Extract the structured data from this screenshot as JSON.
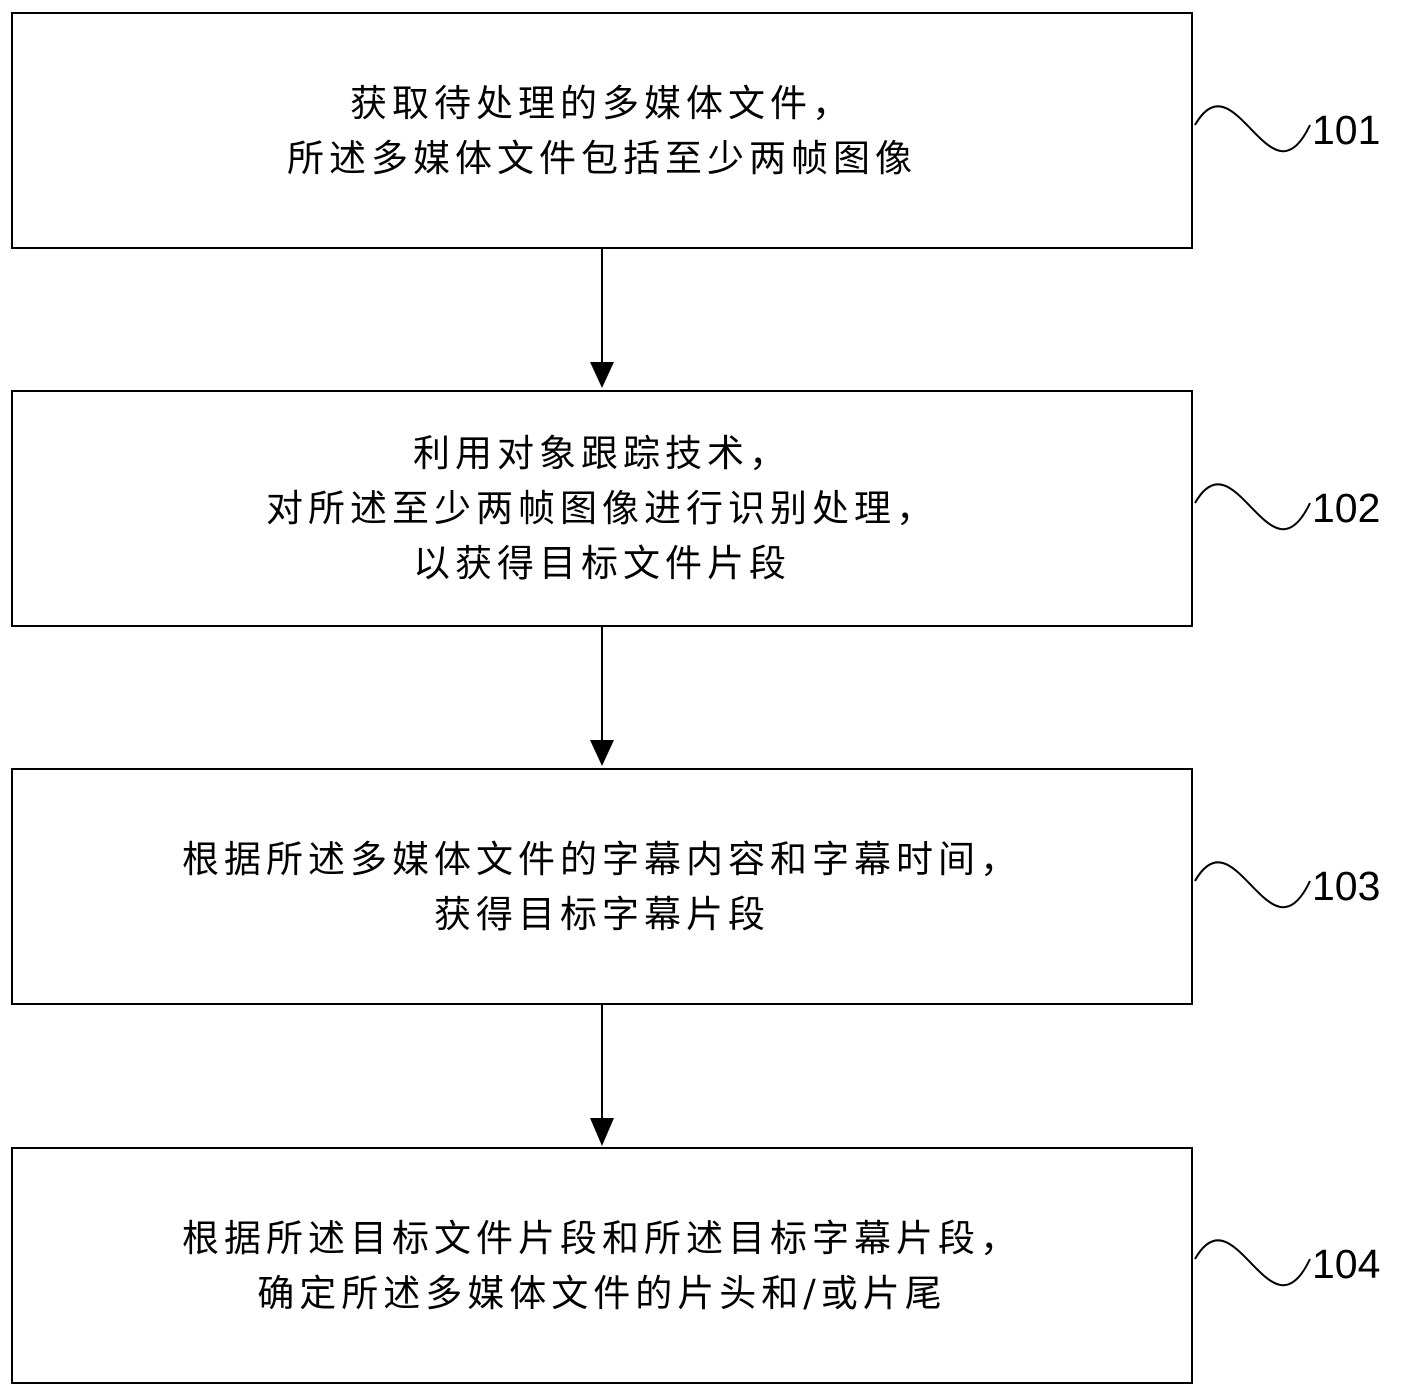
{
  "steps": [
    {
      "id": "101",
      "lines": [
        "获取待处理的多媒体文件，",
        "所述多媒体文件包括至少两帧图像"
      ]
    },
    {
      "id": "102",
      "lines": [
        "利用对象跟踪技术，",
        "对所述至少两帧图像进行识别处理，",
        "以获得目标文件片段"
      ]
    },
    {
      "id": "103",
      "lines": [
        "根据所述多媒体文件的字幕内容和字幕时间，",
        "获得目标字幕片段"
      ]
    },
    {
      "id": "104",
      "lines": [
        "根据所述目标文件片段和所述目标字幕片段，",
        "确定所述多媒体文件的片头和/或片尾"
      ]
    }
  ]
}
